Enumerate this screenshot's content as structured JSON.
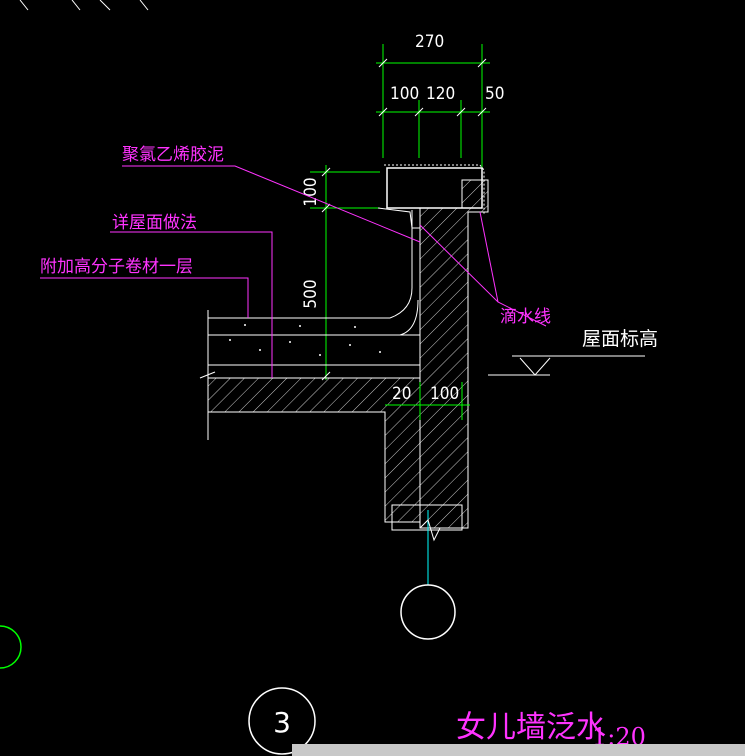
{
  "dimensions": {
    "total_width": "270",
    "seg_a": "100",
    "seg_b": "120",
    "seg_c": "50",
    "height_top": "100",
    "height_main": "500",
    "gap_small": "20",
    "wall_width": "100"
  },
  "labels": {
    "sealant": "聚氯乙烯胶泥",
    "roof_method": "详屋面做法",
    "membrane": "附加高分子卷材一层",
    "drip_line": "滴水线",
    "roof_elevation": "屋面标高"
  },
  "detail": {
    "number": "3",
    "title": "女儿墙泛水",
    "scale": "1:20"
  },
  "colors": {
    "background": "#000000",
    "dimension_lines": "#00ff00",
    "leader_lines": "#ff33ff",
    "outline": "#ffffff",
    "axis_line": "#00ffff"
  }
}
